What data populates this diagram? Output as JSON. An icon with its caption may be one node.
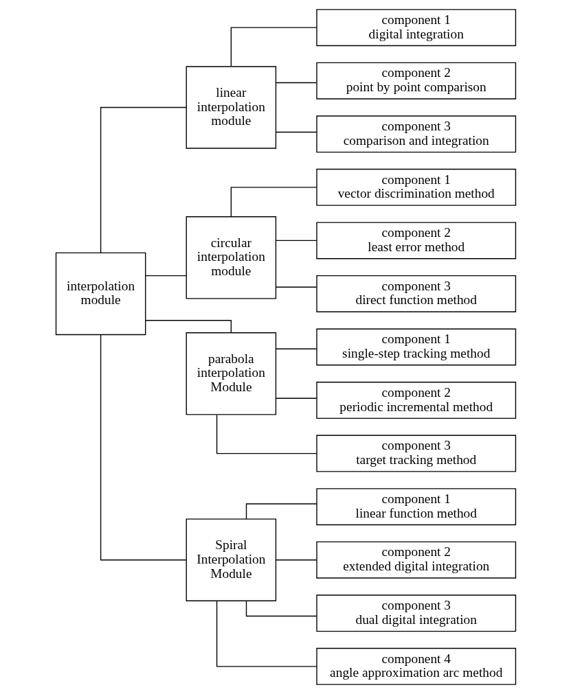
{
  "diagram": {
    "nodes": [
      {
        "text": [
          "interpolation module"
        ]
      },
      {
        "text": [
          "linear interpolation module"
        ]
      },
      {
        "text": [
          "component 1",
          "digital integration"
        ]
      },
      {
        "text": [
          "component 2",
          "point by point comparison"
        ]
      },
      {
        "text": [
          "component 3",
          "comparison and integration"
        ]
      },
      {
        "text": [
          "circular interpolation module"
        ]
      },
      {
        "text": [
          "component 1",
          "vector discrimination method"
        ]
      },
      {
        "text": [
          "component 2",
          "least error method"
        ]
      },
      {
        "text": [
          "component 3",
          "direct function method"
        ]
      },
      {
        "text": [
          "parabola interpolation Module"
        ]
      },
      {
        "text": [
          "component 1",
          "single-step tracking method"
        ]
      },
      {
        "text": [
          "component 2",
          "periodic incremental method"
        ]
      },
      {
        "text": [
          "component 3",
          "target tracking method"
        ]
      },
      {
        "text": [
          "Spiral Interpolation Module"
        ]
      },
      {
        "text": [
          "component 1",
          "linear function method"
        ]
      },
      {
        "text": [
          "component 2",
          "extended digital integration"
        ]
      },
      {
        "text": [
          "component 3",
          "dual digital integration"
        ]
      },
      {
        "text": [
          "component 4",
          "angle approximation arc method"
        ]
      }
    ],
    "edges": [
      {
        "from": 0,
        "to": 1,
        "arrow": "none"
      },
      {
        "from": 0,
        "to": 5,
        "arrow": "none"
      },
      {
        "from": 0,
        "to": 9,
        "arrow": "none"
      },
      {
        "from": 0,
        "to": 13,
        "arrow": "none"
      },
      {
        "from": 1,
        "to": 2,
        "arrow": "none"
      },
      {
        "from": 1,
        "to": 3,
        "arrow": "none"
      },
      {
        "from": 1,
        "to": 4,
        "arrow": "none"
      },
      {
        "from": 5,
        "to": 6,
        "arrow": "none"
      },
      {
        "from": 5,
        "to": 7,
        "arrow": "none"
      },
      {
        "from": 5,
        "to": 8,
        "arrow": "none"
      },
      {
        "from": 9,
        "to": 10,
        "arrow": "none"
      },
      {
        "from": 9,
        "to": 11,
        "arrow": "none"
      },
      {
        "from": 9,
        "to": 12,
        "arrow": "none"
      },
      {
        "from": 13,
        "to": 14,
        "arrow": "none"
      },
      {
        "from": 13,
        "to": 15,
        "arrow": "none"
      },
      {
        "from": 13,
        "to": 16,
        "arrow": "none"
      },
      {
        "from": 13,
        "to": 17,
        "arrow": "none"
      }
    ]
  }
}
